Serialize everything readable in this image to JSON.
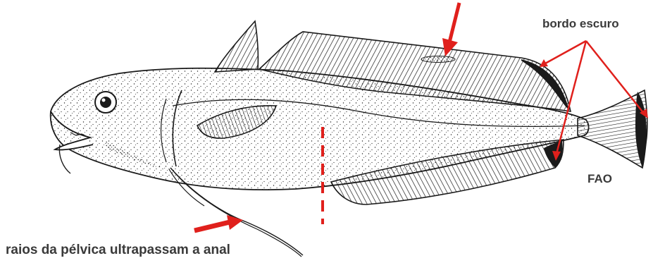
{
  "labels": {
    "dark_edge": "bordo escuro",
    "source": "FAO",
    "pelvic_note": "raios da pélvica ultrapassam a anal"
  },
  "colors": {
    "annotation": "#e0201c",
    "ink": "#1a1a1a",
    "label_text": "#3a3a3a",
    "background": "#ffffff"
  },
  "icons": {
    "annotation_marker": "red-arrow",
    "reference_line": "red-dashed-line"
  }
}
